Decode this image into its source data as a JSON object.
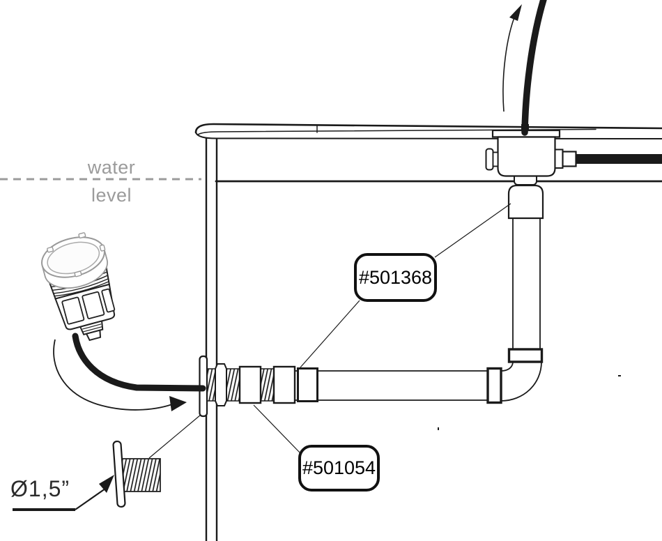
{
  "diagram": {
    "water_level_line1": "water",
    "water_level_line2": "level",
    "dimension_label": "Ø1,5”",
    "part_labels": [
      {
        "text": "#501368"
      },
      {
        "text": "#501054"
      }
    ],
    "colors": {
      "ink": "#1a1a1a",
      "muted_text": "#9b9b9b",
      "dashed_water_line": "#9b9b9b",
      "label_border": "#111111",
      "part_gray": "#999999",
      "background": "#ffffff"
    },
    "icon_shapes": [
      "water-level-dashed-line",
      "pool-rim",
      "pool-wall",
      "junction-box",
      "top-cable",
      "flow-arrow-up",
      "riser-pipe",
      "pipe-adapter",
      "elbow",
      "horizontal-pipe",
      "wall-fitting-flange",
      "wall-fitting-nuts",
      "sensor-unit",
      "sensor-cable",
      "flow-arrow-curved",
      "exploded-threaded-fitting",
      "diameter-callout-arrow",
      "leader-lines"
    ]
  }
}
